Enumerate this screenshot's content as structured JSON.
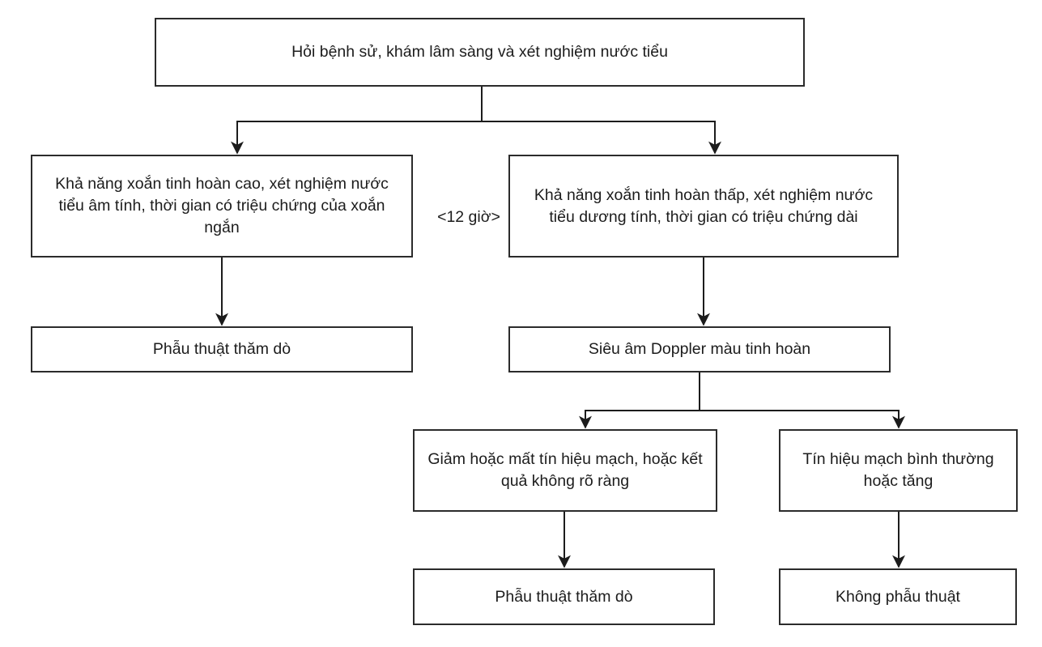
{
  "flowchart": {
    "nodes": {
      "root": "Hỏi bệnh sử, khám lâm sàng và xét nghiệm nước tiểu",
      "high_suspicion": "Khả năng xoắn tinh hoàn cao, xét nghiệm nước tiểu âm tính, thời gian có triệu chứng của xoắn ngắn",
      "low_suspicion": "Khả năng xoắn tinh hoàn thấp, xét nghiệm nước tiểu dương tính, thời gian có triệu chứng dài",
      "exploratory_surgery_left": "Phẫu thuật thăm dò",
      "doppler_ultrasound": "Siêu âm Doppler màu tinh hoàn",
      "reduced_absent_signal": "Giảm hoặc mất tín hiệu mạch, hoặc kết quả không rõ ràng",
      "normal_increased_signal": "Tín hiệu mạch bình thường hoặc tăng",
      "exploratory_surgery_bottom": "Phẫu thuật thăm dò",
      "no_surgery": "Không phẫu thuật"
    },
    "edge_labels": {
      "time_threshold": "<12 giờ>"
    },
    "colors": {
      "background": "#ffffff",
      "line": "#1c1c1c",
      "box_border": "#2b2b2b",
      "box_fill": "#ffffff",
      "text": "#1c1c1c"
    }
  }
}
